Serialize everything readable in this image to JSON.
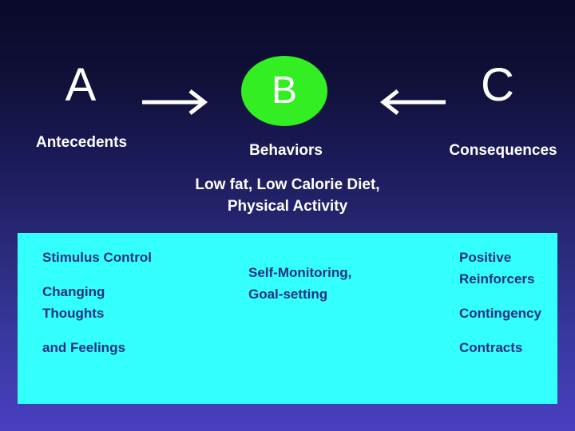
{
  "slide": {
    "letters": {
      "a": "A",
      "b": "B",
      "c": "C"
    },
    "captions": {
      "a": "Antecedents",
      "b": "Behaviors",
      "c": "Consequences"
    },
    "behavior_detail_line1": "Low fat, Low Calorie Diet,",
    "behavior_detail_line2": "Physical Activity",
    "panel": {
      "left": {
        "line1": "Stimulus Control",
        "line2": "Changing",
        "line3": "Thoughts",
        "line4": "and Feelings"
      },
      "middle": {
        "line1": "Self-Monitoring,",
        "line2": "Goal-setting"
      },
      "right": {
        "line1": "Positive",
        "line2": "Reinforcers",
        "line3": "Contingency",
        "line4": "Contracts"
      }
    },
    "colors": {
      "panel_background": "#33ffff",
      "panel_text": "#203080",
      "circle_b": "#33ee22",
      "letter_text": "#ffffff"
    },
    "icons": {
      "arrow_right": "arrow-right-icon",
      "arrow_left": "arrow-left-icon"
    }
  }
}
